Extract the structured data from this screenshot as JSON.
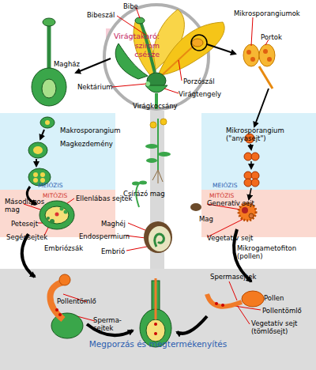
{
  "diagram": {
    "nodes": [
      {
        "text": [
          "Virágtakaró:",
          "szirom csésze"
        ]
      },
      {
        "text": [
          "MEIÓZIS"
        ]
      },
      {
        "text": [
          "MEIÓZIS"
        ]
      },
      {
        "text": [
          "MITÓZIS"
        ]
      },
      {
        "text": [
          "MITÓZIS"
        ]
      },
      {
        "text": [
          "Megporzás és megtermékenyítés"
        ]
      }
    ],
    "labels": [
      "Bibeszál",
      "Bibe",
      "Mikrosporangiumok",
      "Portok",
      "Magház",
      "Porzószál",
      "Nektárium",
      "Virágtengely",
      "Virágkocsány",
      "Makrosporangium",
      "Magkezdemény",
      "Mikrosporangium (\"anyasejt\")",
      "Másodlagos mag",
      "Ellenlábas sejtek",
      "Petesejt",
      "Csírázó mag",
      "Maghéj",
      "Mag",
      "Generatív sejt",
      "Segédsejtek",
      "Endospermium",
      "Vegetatív sejt",
      "Embriózsák",
      "Embrió",
      "Mikrogametofiton (pollen)",
      "Spermasejtek",
      "Pollentömlő",
      "Pollen",
      "Pollentömlő",
      "Sperma-sejtek",
      "Vegetatív sejt (tömlősejt)"
    ]
  }
}
